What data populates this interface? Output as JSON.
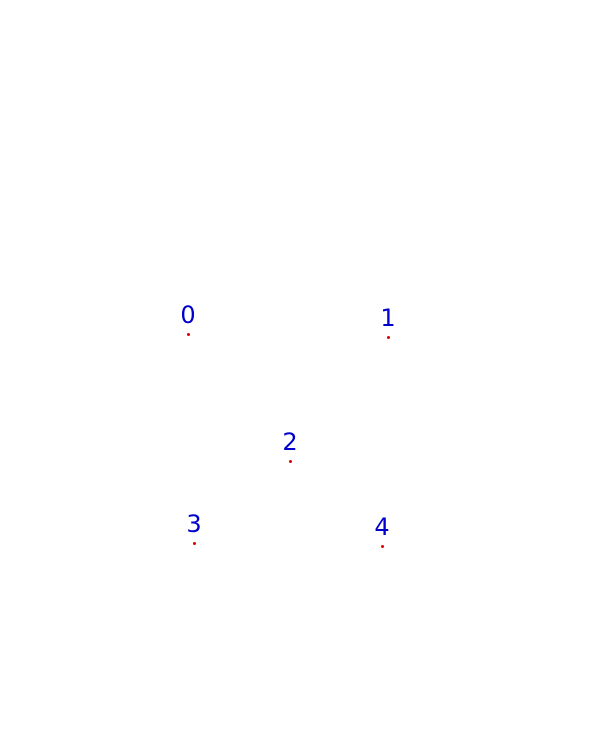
{
  "colors": {
    "background": "#ffffff",
    "label": "#0000cc",
    "marker": "#dd0000"
  },
  "points": [
    {
      "label": "0"
    },
    {
      "label": "1"
    },
    {
      "label": "2"
    },
    {
      "label": "3"
    },
    {
      "label": "4"
    }
  ]
}
